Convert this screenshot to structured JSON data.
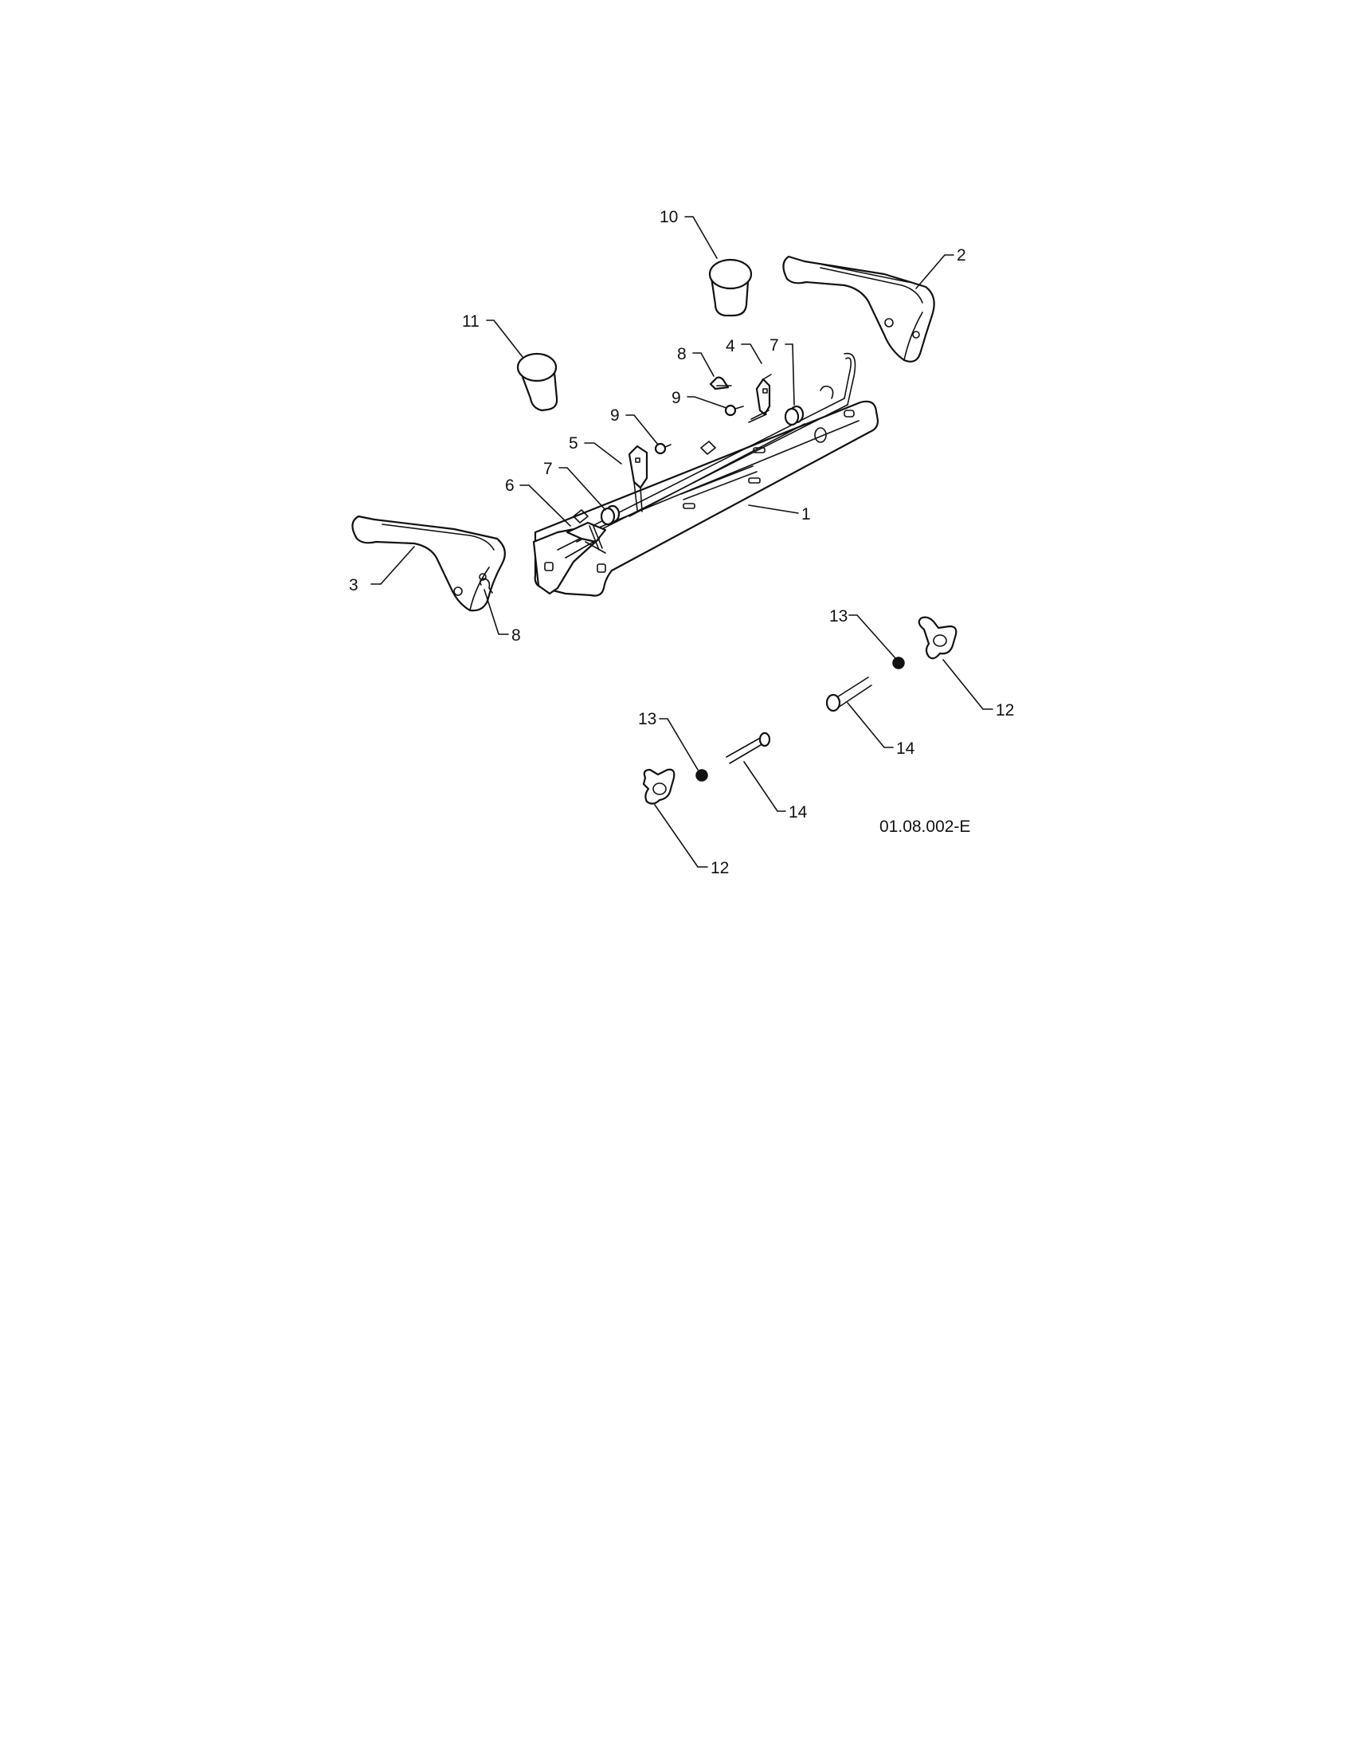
{
  "figure_id": "01.08.002-E",
  "callouts": {
    "c1": "1",
    "c2": "2",
    "c3": "3",
    "c4": "4",
    "c5": "5",
    "c6": "6",
    "c7a": "7",
    "c7b": "7",
    "c8a": "8",
    "c8b": "8",
    "c9a": "9",
    "c9b": "9",
    "c10": "10",
    "c11": "11",
    "c12a": "12",
    "c12b": "12",
    "c13a": "13",
    "c13b": "13",
    "c14a": "14",
    "c14b": "14"
  }
}
